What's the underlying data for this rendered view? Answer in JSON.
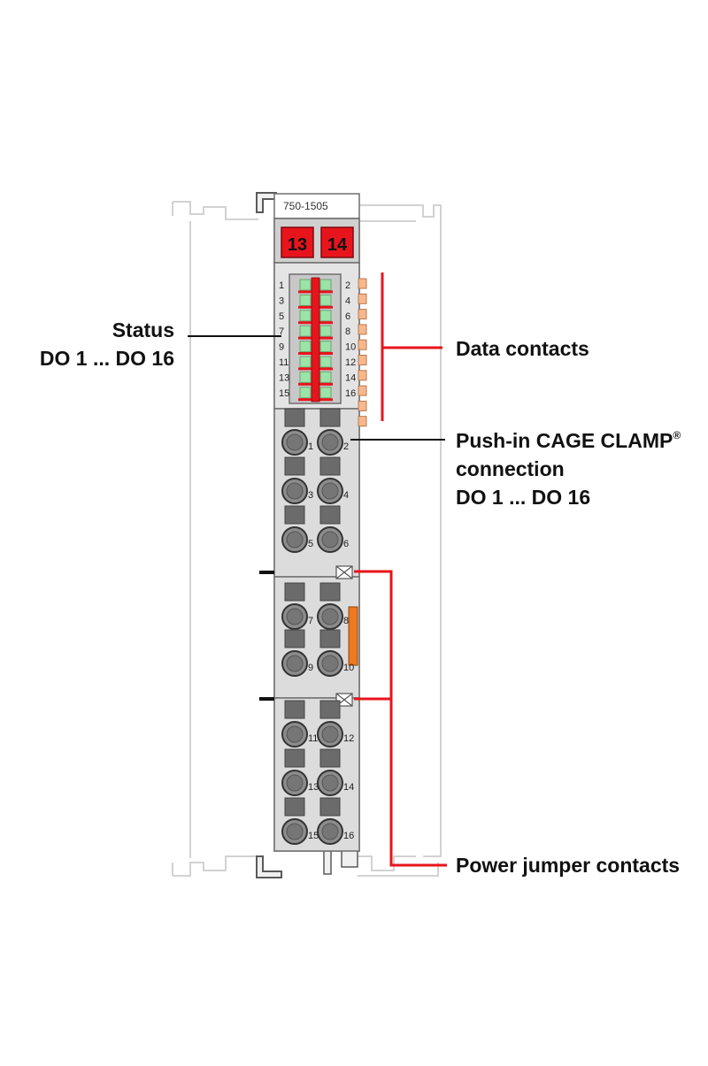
{
  "module": {
    "part_number": "750-1505",
    "top_labels": [
      "13",
      "14"
    ],
    "led_left_numbers": [
      "1",
      "3",
      "5",
      "7",
      "9",
      "11",
      "13",
      "15"
    ],
    "led_right_numbers": [
      "2",
      "4",
      "6",
      "8",
      "10",
      "12",
      "14",
      "16"
    ],
    "terminal_numbers": {
      "block1": [
        [
          "1",
          "2"
        ],
        [
          "3",
          "4"
        ],
        [
          "5",
          "6"
        ]
      ],
      "block2": [
        [
          "7",
          "8"
        ],
        [
          "9",
          "10"
        ]
      ],
      "block3": [
        [
          "11",
          "12"
        ],
        [
          "13",
          "14"
        ],
        [
          "15",
          "16"
        ]
      ]
    }
  },
  "callouts": {
    "status": [
      "Status",
      "DO 1 ... DO 16"
    ],
    "data_contacts": "Data contacts",
    "push_in": [
      "Push-in CAGE CLAMP",
      "®",
      "connection",
      "DO 1 ... DO 16"
    ],
    "power_jumper": "Power jumper contacts"
  },
  "colors": {
    "housing": "#dcdcdc",
    "outline": "#6e6e6e",
    "red": "#e8141c",
    "led_green": "#9be3a6",
    "orange": "#f07820",
    "contact_peach": "#f6b88c",
    "ghost": "#d2d2d2"
  }
}
